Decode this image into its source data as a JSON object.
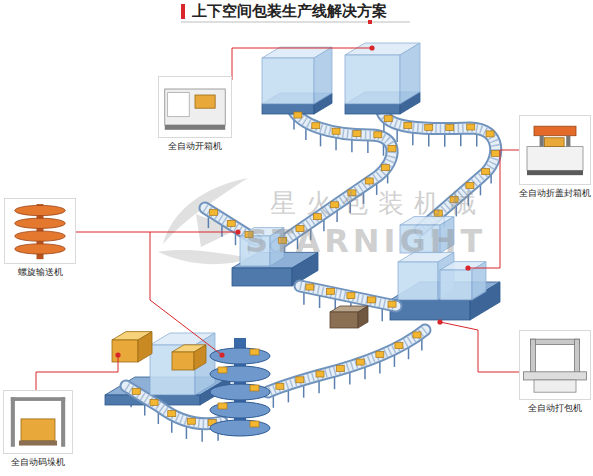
{
  "diagram": {
    "title": "上下空间包装生产线解决方案",
    "nodes": [
      {
        "text": [
          "全自动开箱机"
        ]
      },
      {
        "text": [
          "全自动折盖封箱机"
        ]
      },
      {
        "text": [
          "螺旋输送机"
        ]
      },
      {
        "text": [
          "全自动打包机"
        ]
      },
      {
        "text": [
          "全自动码垛机"
        ]
      }
    ],
    "labels": [
      "星火包装机械",
      "STARNIGHT"
    ]
  }
}
